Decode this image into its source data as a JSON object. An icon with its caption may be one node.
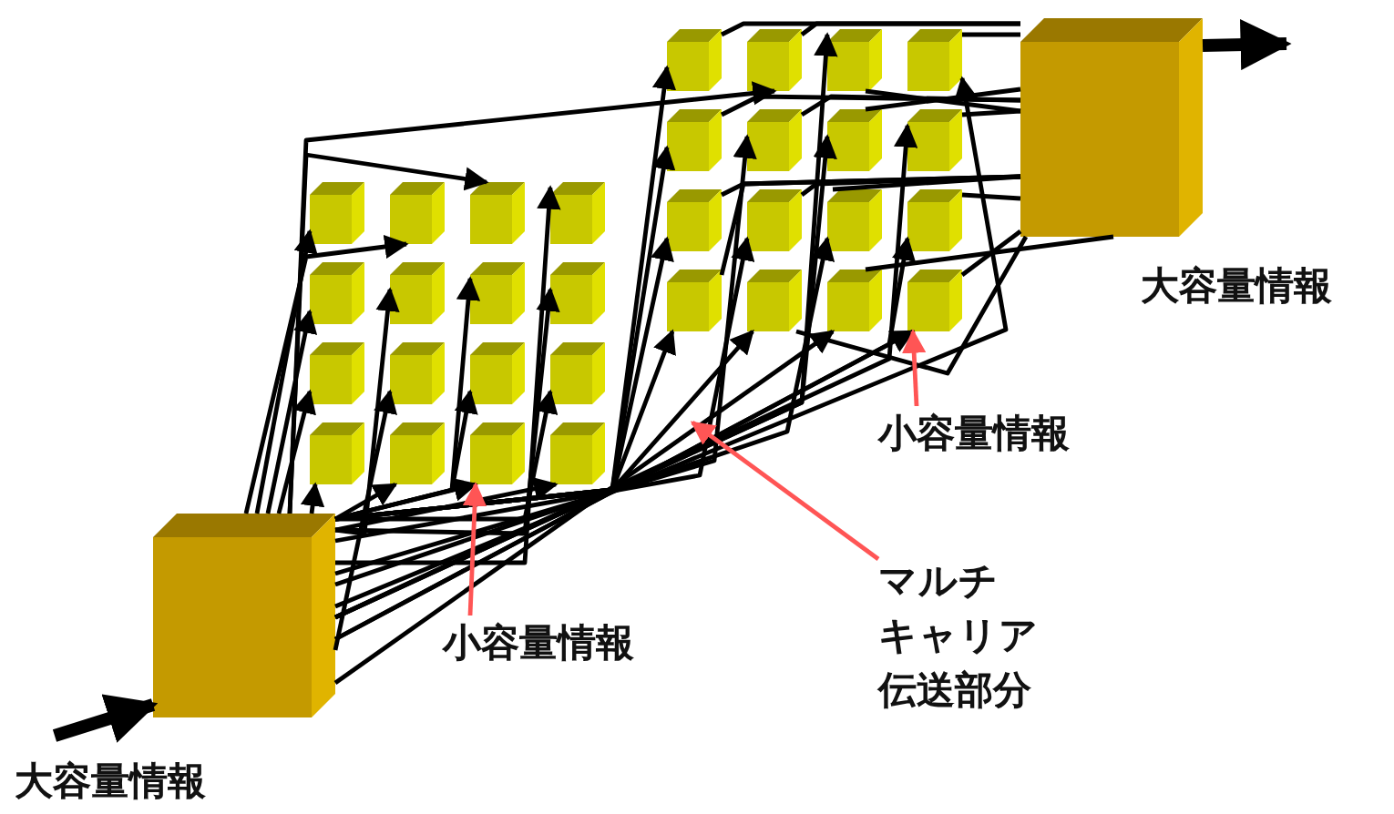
{
  "diagram": {
    "nodes": [
      {
        "text": [],
        "shape": "box",
        "beside": [
          "大容量情報"
        ]
      },
      {
        "text": [],
        "shape": "box"
      },
      {
        "text": [],
        "shape": "box"
      },
      {
        "text": [],
        "shape": "box"
      },
      {
        "text": [],
        "shape": "box"
      },
      {
        "text": [],
        "shape": "box"
      },
      {
        "text": [],
        "shape": "box"
      },
      {
        "text": [],
        "shape": "box"
      },
      {
        "text": [],
        "shape": "box"
      },
      {
        "text": [],
        "shape": "box"
      },
      {
        "text": [],
        "shape": "box"
      },
      {
        "text": [],
        "shape": "box"
      },
      {
        "text": [],
        "shape": "box"
      },
      {
        "text": [],
        "shape": "box"
      },
      {
        "text": [],
        "shape": "box"
      },
      {
        "text": [],
        "shape": "box"
      },
      {
        "text": [],
        "shape": "box"
      },
      {
        "text": [],
        "shape": "box"
      },
      {
        "text": [],
        "shape": "box"
      },
      {
        "text": [],
        "shape": "box"
      },
      {
        "text": [],
        "shape": "box"
      },
      {
        "text": [],
        "shape": "box"
      },
      {
        "text": [],
        "shape": "box"
      },
      {
        "text": [],
        "shape": "box"
      },
      {
        "text": [],
        "shape": "box"
      },
      {
        "text": [],
        "shape": "box"
      },
      {
        "text": [],
        "shape": "box"
      },
      {
        "text": [],
        "shape": "box"
      },
      {
        "text": [],
        "shape": "box"
      },
      {
        "text": [],
        "shape": "box"
      },
      {
        "text": [],
        "shape": "box"
      },
      {
        "text": [],
        "shape": "box"
      },
      {
        "text": [],
        "shape": "box"
      },
      {
        "text": [],
        "shape": "box",
        "beside": [
          "大容量情報"
        ]
      },
      {
        "text": [
          "小容量情報"
        ]
      },
      {
        "text": [
          "小容量情報"
        ]
      },
      {
        "text": [
          "マルチキャリア伝送部分"
        ]
      }
    ],
    "edges": [
      {
        "from": null,
        "to": 0,
        "arrow": "to",
        "style": "thick"
      },
      {
        "from": 0,
        "to": 1,
        "arrow": "to"
      },
      {
        "from": 0,
        "to": 2,
        "arrow": "to"
      },
      {
        "from": 0,
        "to": 3,
        "arrow": "to"
      },
      {
        "from": 0,
        "to": 4,
        "arrow": "to"
      },
      {
        "from": 0,
        "to": 5,
        "arrow": "to"
      },
      {
        "from": 0,
        "to": 6,
        "arrow": "to"
      },
      {
        "from": 0,
        "to": 7,
        "arrow": "to"
      },
      {
        "from": 0,
        "to": 8,
        "arrow": "to"
      },
      {
        "from": 0,
        "to": 9,
        "arrow": "to"
      },
      {
        "from": 0,
        "to": 10,
        "arrow": "to"
      },
      {
        "from": 0,
        "to": 11,
        "arrow": "to"
      },
      {
        "from": 0,
        "to": 12,
        "arrow": "to"
      },
      {
        "from": 0,
        "to": 13,
        "arrow": "to"
      },
      {
        "from": 0,
        "to": 14,
        "arrow": "to"
      },
      {
        "from": 0,
        "to": 15,
        "arrow": "to"
      },
      {
        "from": 0,
        "to": 16,
        "arrow": "to"
      },
      {
        "from": 0,
        "to": 17,
        "arrow": "to"
      },
      {
        "from": 0,
        "to": 18,
        "arrow": "to"
      },
      {
        "from": 0,
        "to": 19,
        "arrow": "to"
      },
      {
        "from": 0,
        "to": 20,
        "arrow": "to"
      },
      {
        "from": 0,
        "to": 21,
        "arrow": "to"
      },
      {
        "from": 0,
        "to": 22,
        "arrow": "to"
      },
      {
        "from": 0,
        "to": 23,
        "arrow": "to"
      },
      {
        "from": 0,
        "to": 24,
        "arrow": "to"
      },
      {
        "from": 0,
        "to": 25,
        "arrow": "to"
      },
      {
        "from": 0,
        "to": 26,
        "arrow": "to"
      },
      {
        "from": 0,
        "to": 27,
        "arrow": "to"
      },
      {
        "from": 0,
        "to": 28,
        "arrow": "to"
      },
      {
        "from": 0,
        "to": 29,
        "arrow": "to"
      },
      {
        "from": 0,
        "to": 30,
        "arrow": "to"
      },
      {
        "from": 0,
        "to": 31,
        "arrow": "to"
      },
      {
        "from": 0,
        "to": 32,
        "arrow": "to"
      },
      {
        "from": 17,
        "to": 33,
        "arrow": "none"
      },
      {
        "from": 18,
        "to": 33,
        "arrow": "none"
      },
      {
        "from": 19,
        "to": 33,
        "arrow": "none"
      },
      {
        "from": 20,
        "to": 33,
        "arrow": "none"
      },
      {
        "from": 21,
        "to": 33,
        "arrow": "none"
      },
      {
        "from": 22,
        "to": 33,
        "arrow": "none"
      },
      {
        "from": 23,
        "to": 33,
        "arrow": "none"
      },
      {
        "from": 24,
        "to": 33,
        "arrow": "none"
      },
      {
        "from": 25,
        "to": 33,
        "arrow": "none"
      },
      {
        "from": 26,
        "to": 33,
        "arrow": "none"
      },
      {
        "from": 27,
        "to": 33,
        "arrow": "none"
      },
      {
        "from": 28,
        "to": 33,
        "arrow": "none"
      },
      {
        "from": 29,
        "to": 33,
        "arrow": "none"
      },
      {
        "from": 30,
        "to": 33,
        "arrow": "none"
      },
      {
        "from": 31,
        "to": 33,
        "arrow": "none"
      },
      {
        "from": 32,
        "to": 33,
        "arrow": "none"
      },
      {
        "from": 33,
        "to": null,
        "arrow": "to",
        "style": "thick"
      },
      {
        "from": 34,
        "to": 15,
        "arrow": "to",
        "color": "#ff5555"
      },
      {
        "from": 36,
        "to": null,
        "arrow": "to",
        "color": "#ff5555"
      },
      {
        "from": 35,
        "to": 32,
        "arrow": "to",
        "color": "#ff5555"
      }
    ]
  }
}
